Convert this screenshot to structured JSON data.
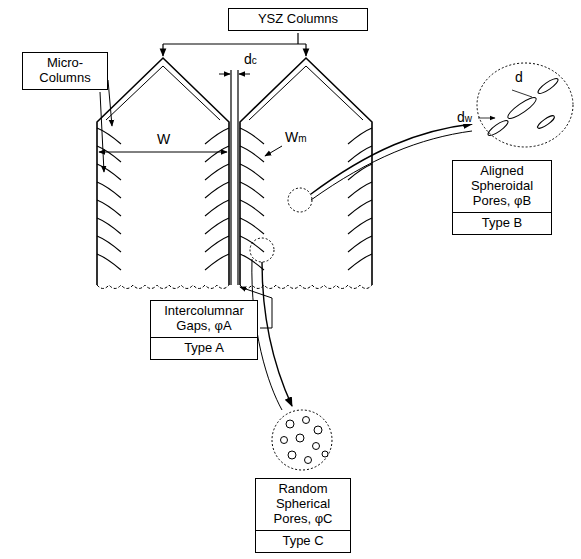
{
  "diagram": {
    "nodes": [
      {
        "text": [
          "YSZ Columns"
        ]
      },
      {
        "text": [
          "Micro-Columns"
        ]
      },
      {
        "text": [
          "Intercolumnar Gaps, φA",
          "Type A"
        ]
      },
      {
        "text": [
          "Aligned Spheroidal Pores, φB",
          "Type B"
        ]
      },
      {
        "text": [
          "Random Spherical Pores, φC",
          "Type C"
        ]
      }
    ],
    "labels": [
      "dc",
      "W",
      "Wm",
      "d",
      "dw"
    ]
  }
}
